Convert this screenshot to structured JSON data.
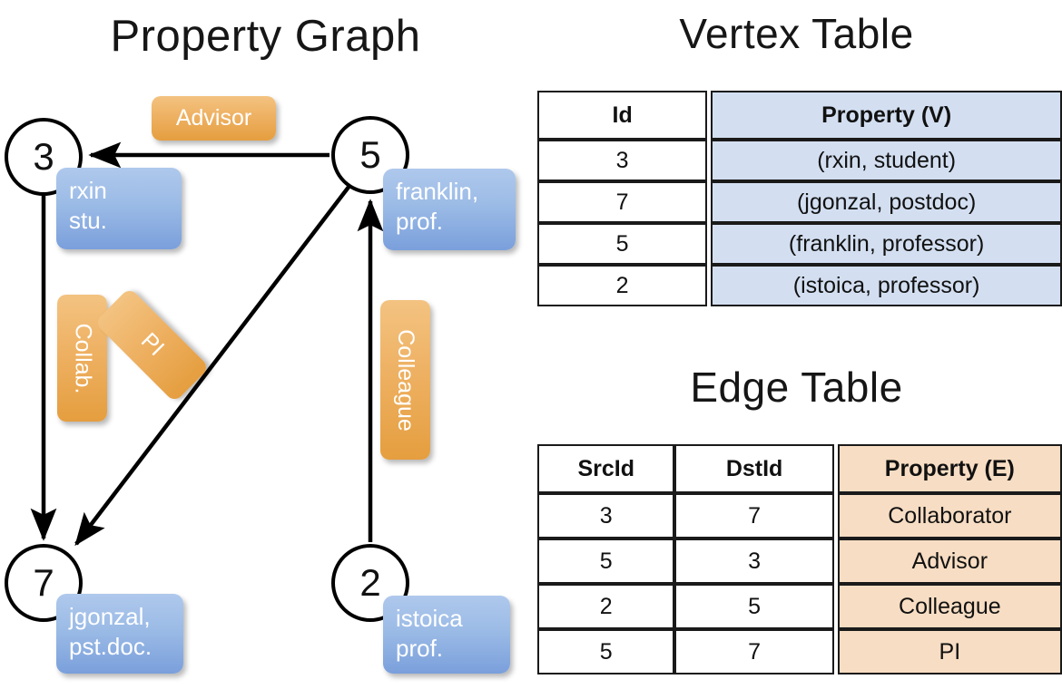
{
  "titles": {
    "graph": "Property Graph",
    "vertex_table": "Vertex Table",
    "edge_table": "Edge Table"
  },
  "colors": {
    "node_blue_top": "#afc8ec",
    "node_blue_bottom": "#7a9fdb",
    "edge_orange_top": "#f3c381",
    "edge_orange_bottom": "#e59e3f",
    "table_blue": "#d3dff1",
    "table_orange": "#f7ddc3",
    "stroke": "#000000"
  },
  "graph": {
    "nodes": [
      {
        "id": "3",
        "property": "rxin\nstu."
      },
      {
        "id": "5",
        "property": "franklin,\nprof."
      },
      {
        "id": "7",
        "property": "jgonzal,\npst.doc."
      },
      {
        "id": "2",
        "property": "istoica\nprof."
      }
    ],
    "node_labels": {
      "n3": "3",
      "n5": "5",
      "n7": "7",
      "n2": "2"
    },
    "node_props": {
      "rxin_line1": "rxin",
      "rxin_line2": "stu.",
      "franklin_line1": "franklin,",
      "franklin_line2": "prof.",
      "jgonzal_line1": "jgonzal,",
      "jgonzal_line2": "pst.doc.",
      "istoica_line1": "istoica",
      "istoica_line2": "prof."
    },
    "edge_labels": {
      "advisor": "Advisor",
      "collab": "Collab.",
      "pi": "PI",
      "colleague": "Colleague"
    },
    "edges": [
      {
        "src": "5",
        "dst": "3",
        "label": "Advisor"
      },
      {
        "src": "3",
        "dst": "7",
        "label": "Collab."
      },
      {
        "src": "5",
        "dst": "7",
        "label": "PI"
      },
      {
        "src": "2",
        "dst": "5",
        "label": "Colleague"
      }
    ]
  },
  "vertex_table": {
    "headers": [
      "Id",
      "Property (V)"
    ],
    "rows": [
      {
        "id": "3",
        "property": "(rxin, student)"
      },
      {
        "id": "7",
        "property": "(jgonzal, postdoc)"
      },
      {
        "id": "5",
        "property": "(franklin, professor)"
      },
      {
        "id": "2",
        "property": "(istoica, professor)"
      }
    ]
  },
  "edge_table": {
    "headers": [
      "SrcId",
      "DstId",
      "Property (E)"
    ],
    "rows": [
      {
        "src": "3",
        "dst": "7",
        "property": "Collaborator"
      },
      {
        "src": "5",
        "dst": "3",
        "property": "Advisor"
      },
      {
        "src": "2",
        "dst": "5",
        "property": "Colleague"
      },
      {
        "src": "5",
        "dst": "7",
        "property": "PI"
      }
    ]
  }
}
